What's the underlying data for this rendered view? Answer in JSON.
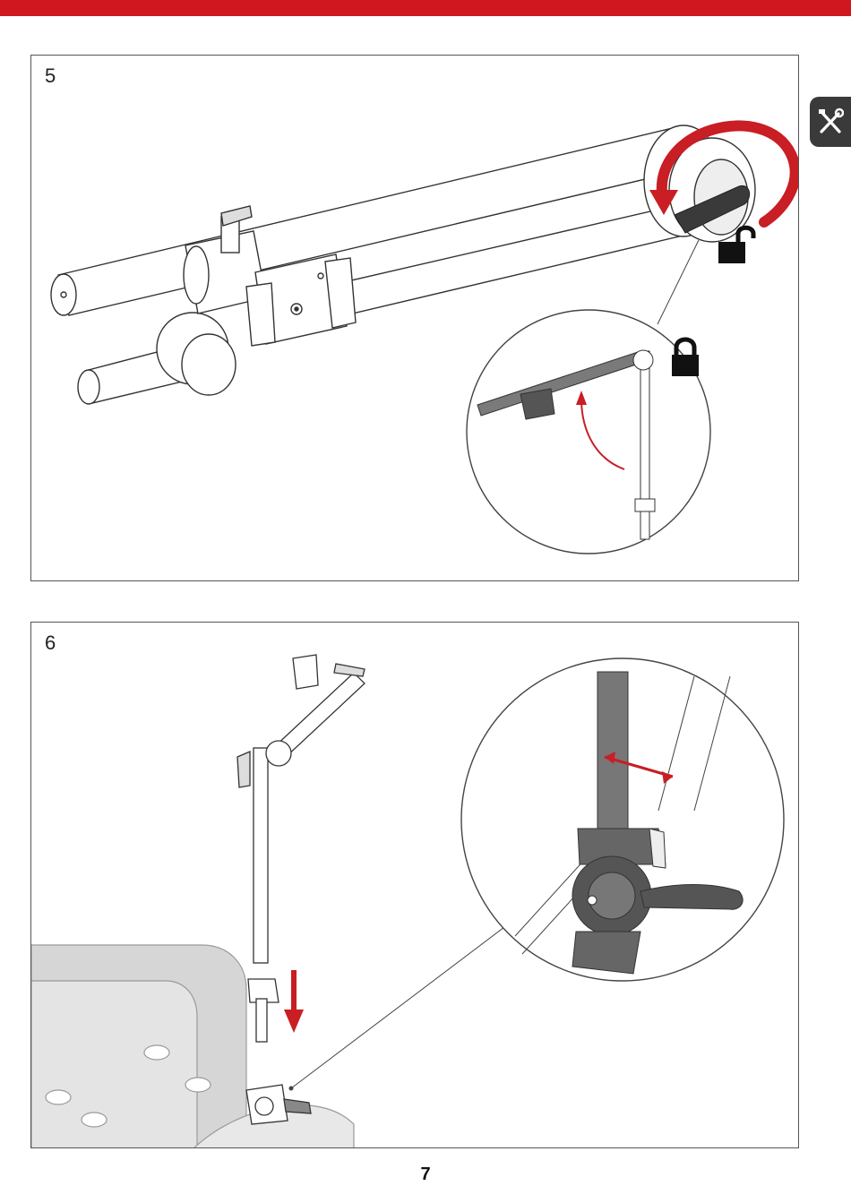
{
  "header": {
    "accent_color": "#d0161f"
  },
  "side_tab": {
    "icon": "tools-icon",
    "color": "#3a3a3a"
  },
  "steps": [
    {
      "number": "5"
    },
    {
      "number": "6"
    }
  ],
  "footer": {
    "page_number": "7"
  }
}
